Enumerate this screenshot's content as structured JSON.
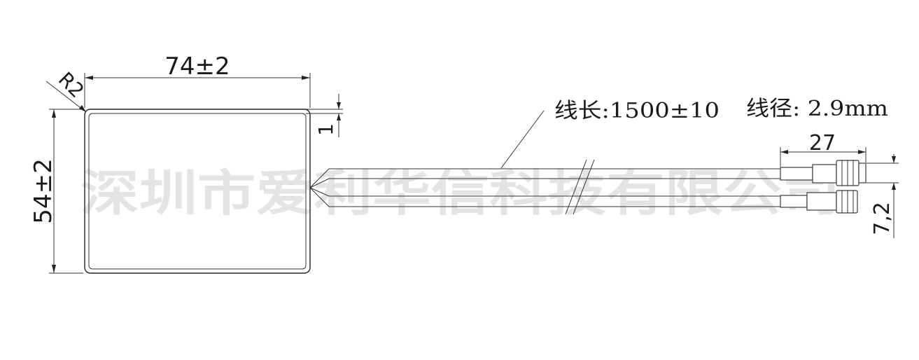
{
  "dimensions": {
    "width": "74±2",
    "height": "54±2",
    "corner_radius": "R2",
    "thickness": "1",
    "connector_length": "27",
    "connector_height": "7,2"
  },
  "notes": {
    "cable_length": "线长:1500±10",
    "cable_diameter": "线径: 2.9mm"
  },
  "watermark": "深圳市爱利华信科技有限公司",
  "colors": {
    "line": "#222222",
    "watermark": "#e4e4e4"
  }
}
